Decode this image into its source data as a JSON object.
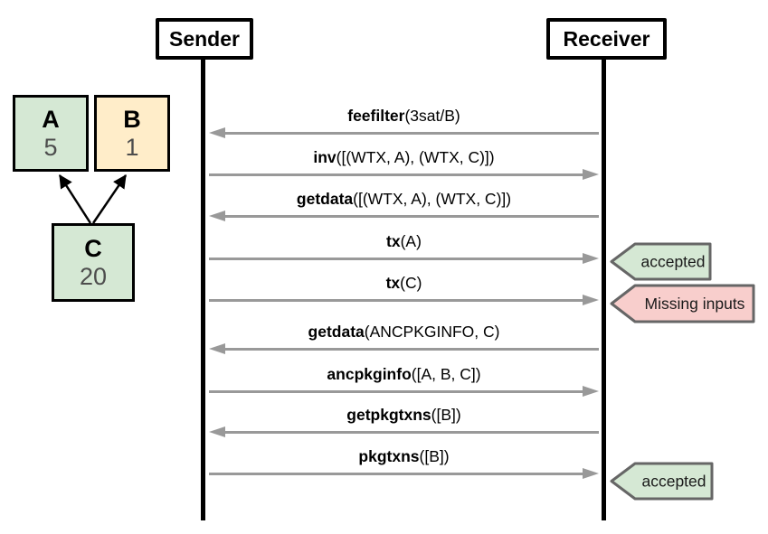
{
  "actors": [
    {
      "label": "Sender"
    },
    {
      "label": "Receiver"
    }
  ],
  "tx_graph": {
    "nodes": [
      {
        "id": "A",
        "label": "A",
        "value": "5",
        "fill": "#d5e8d4"
      },
      {
        "id": "B",
        "label": "B",
        "value": "1",
        "fill": "#ffedc9"
      },
      {
        "id": "C",
        "label": "C",
        "value": "20",
        "fill": "#d5e8d4"
      }
    ],
    "edges": [
      {
        "from": "C",
        "to": "A"
      },
      {
        "from": "C",
        "to": "B"
      }
    ]
  },
  "messages": [
    {
      "name": "feefilter",
      "args": "(3sat/B)",
      "direction": "left"
    },
    {
      "name": "inv",
      "args": "([(WTX, A), (WTX, C)])",
      "direction": "right"
    },
    {
      "name": "getdata",
      "args": "([(WTX, A), (WTX, C)])",
      "direction": "left"
    },
    {
      "name": "tx",
      "args": "(A)",
      "direction": "right"
    },
    {
      "name": "tx",
      "args": "(C)",
      "direction": "right"
    },
    {
      "name": "getdata",
      "args": "(ANCPKGINFO, C)",
      "direction": "left"
    },
    {
      "name": "ancpkginfo",
      "args": "([A, B, C])",
      "direction": "right"
    },
    {
      "name": "getpkgtxns",
      "args": "([B])",
      "direction": "left"
    },
    {
      "name": "pkgtxns",
      "args": "([B])",
      "direction": "right"
    }
  ],
  "badges": [
    {
      "label": "accepted",
      "fill": "#d5e8d4",
      "border": "#666666"
    },
    {
      "label": "Missing inputs",
      "fill": "#f8cecc",
      "border": "#666666"
    },
    {
      "label": "accepted",
      "fill": "#d5e8d4",
      "border": "#666666"
    }
  ],
  "colors": {
    "lifeline": "#000000",
    "arrow": "#999999",
    "node_green": "#d5e8d4",
    "node_yellow": "#ffedc9",
    "badge_green": "#d5e8d4",
    "badge_red": "#f8cecc",
    "badge_border": "#666666"
  }
}
